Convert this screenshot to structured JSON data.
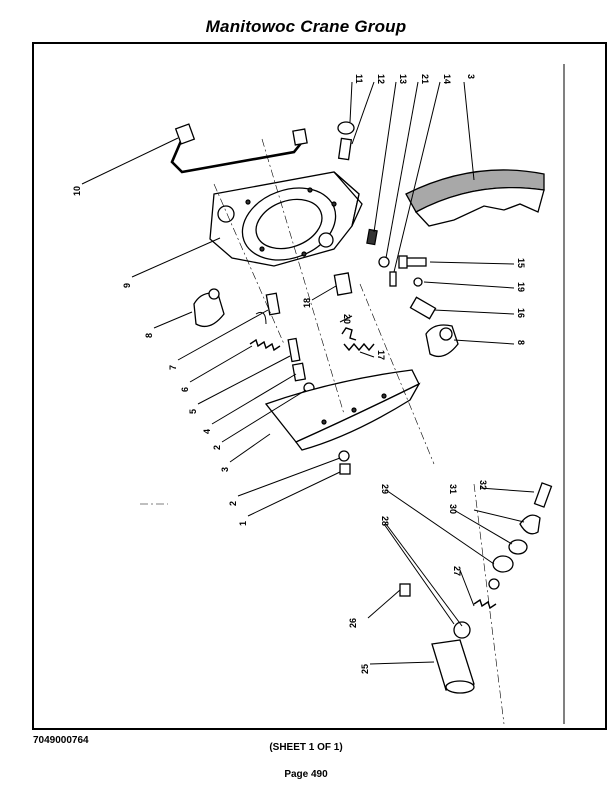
{
  "header": {
    "title": "Manitowoc Crane Group"
  },
  "footer": {
    "drawing_number": "7049000764",
    "sheet": "(SHEET 1 OF 1)",
    "page": "Page 490"
  },
  "diagram": {
    "callouts": [
      "11",
      "12",
      "13",
      "21",
      "14",
      "3",
      "10",
      "9",
      "15",
      "19",
      "16",
      "8",
      "18",
      "20",
      "17",
      "7",
      "6",
      "5",
      "4",
      "2",
      "3",
      "2",
      "1",
      "32",
      "31",
      "30",
      "29",
      "28",
      "27",
      "26",
      "25",
      "8"
    ]
  }
}
